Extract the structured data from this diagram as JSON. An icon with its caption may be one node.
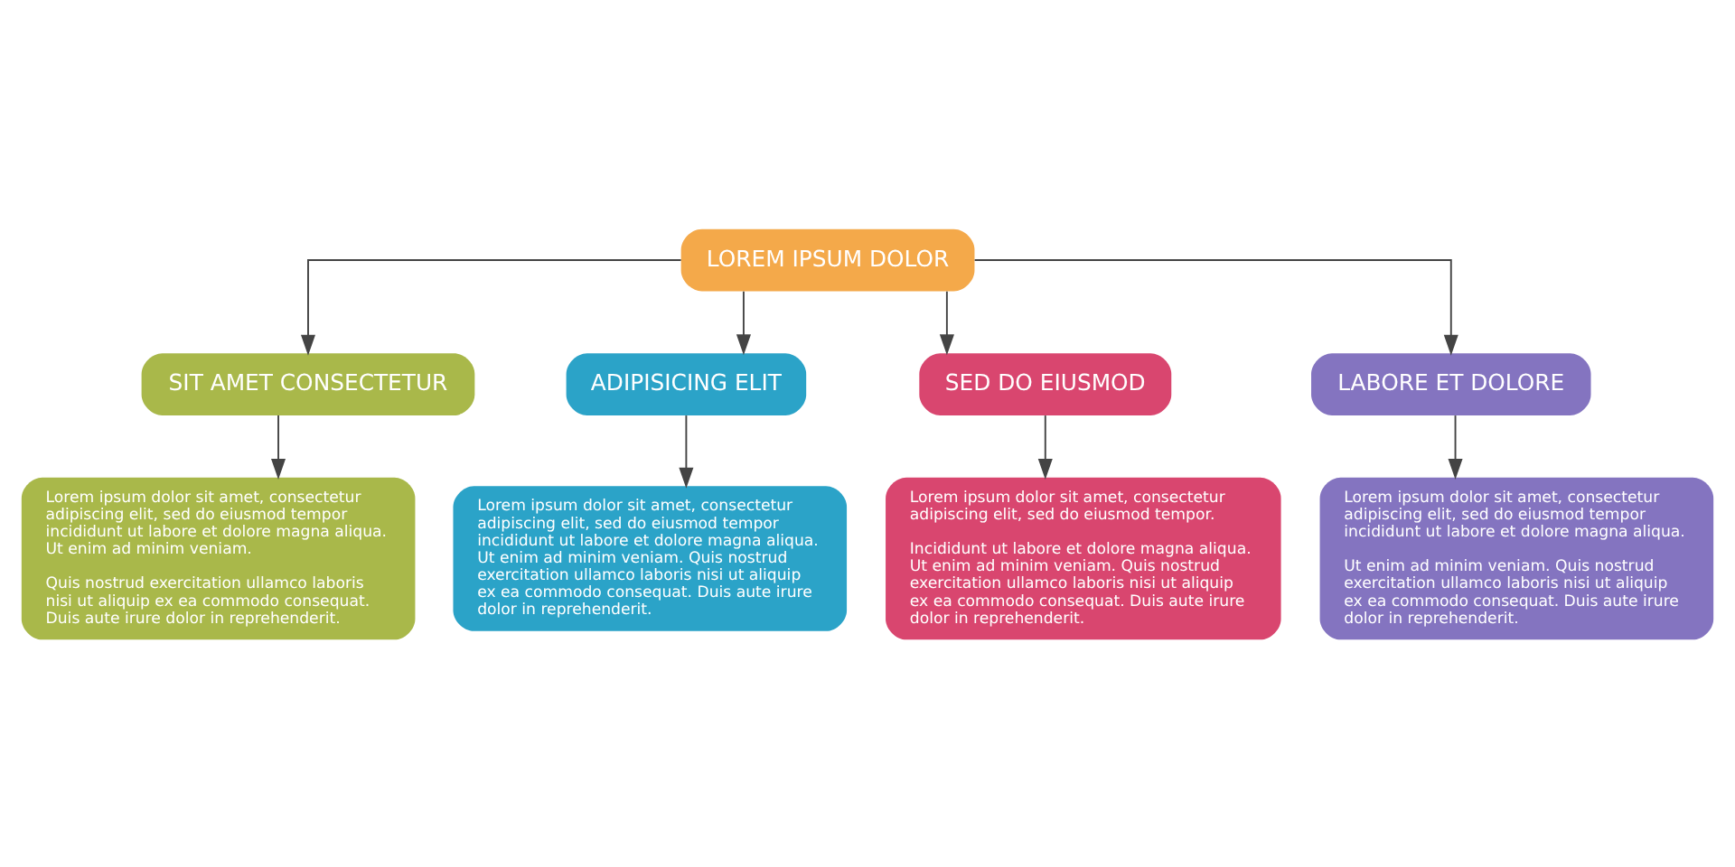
{
  "diagram": {
    "nodes": [
      {
        "text": [
          "LOREM IPSUM DOLOR"
        ]
      },
      {
        "text": [
          "SIT AMET CONSECTETUR"
        ]
      },
      {
        "text": [
          "ADIPISICING ELIT"
        ]
      },
      {
        "text": [
          "SED DO EIUSMOD"
        ]
      },
      {
        "text": [
          "LABORE ET DOLORE"
        ]
      },
      {
        "text": [
          "Lorem ipsum dolor sit amet, consectetur adipiscing elit, sed do eiusmod tempor incididunt ut labore et dolore magna aliqua. Ut enim ad minim veniam.",
          "Quis nostrud exercitation ullamco laboris nisi ut aliquip ex ea commodo consequat. Duis aute irure dolor in reprehenderit."
        ]
      },
      {
        "text": [
          "Lorem ipsum dolor sit amet, consectetur adipiscing elit, sed do eiusmod tempor incididunt ut labore et dolore magna aliqua. Ut enim ad minim veniam. Quis nostrud exercitation ullamco laboris nisi ut aliquip ex ea commodo consequat. Duis aute irure dolor in reprehenderit."
        ]
      },
      {
        "text": [
          "Lorem ipsum dolor sit amet, consectetur adipiscing elit, sed do eiusmod tempor.",
          "Incididunt ut labore et dolore magna aliqua. Ut enim ad minim veniam. Quis nostrud exercitation ullamco laboris nisi ut aliquip ex ea commodo consequat. Duis aute irure dolor in reprehenderit."
        ]
      },
      {
        "text": [
          "Lorem ipsum dolor sit amet, consectetur adipiscing elit, sed do eiusmod tempor incididunt ut labore et dolore magna aliqua.",
          "Ut enim ad minim veniam. Quis nostrud exercitation ullamco laboris nisi ut aliquip ex ea commodo consequat. Duis aute irure dolor in reprehenderit."
        ]
      }
    ],
    "edges": [
      {
        "from": 0,
        "to": 1,
        "arrow": "to"
      },
      {
        "from": 0,
        "to": 2,
        "arrow": "to"
      },
      {
        "from": 0,
        "to": 3,
        "arrow": "to"
      },
      {
        "from": 0,
        "to": 4,
        "arrow": "to"
      },
      {
        "from": 1,
        "to": 5,
        "arrow": "to"
      },
      {
        "from": 2,
        "to": 6,
        "arrow": "to"
      },
      {
        "from": 3,
        "to": 7,
        "arrow": "to"
      },
      {
        "from": 4,
        "to": 8,
        "arrow": "to"
      }
    ]
  }
}
